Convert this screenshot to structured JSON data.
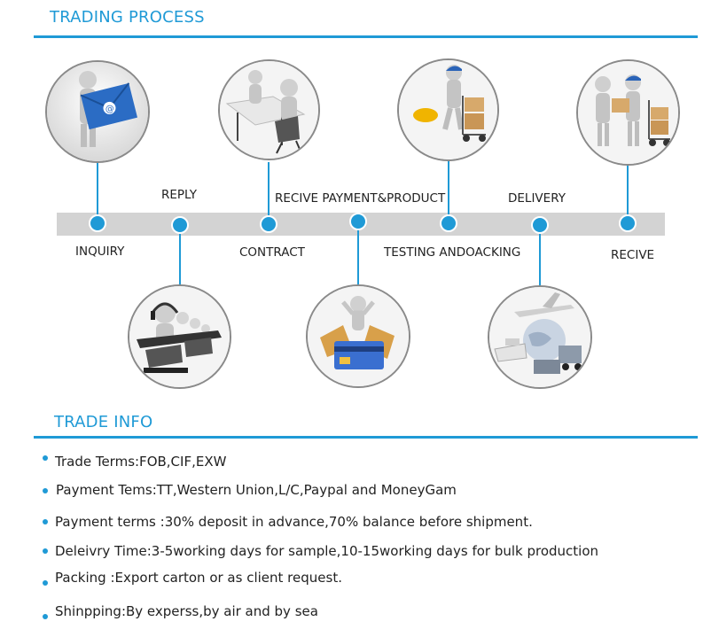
{
  "trading_process": {
    "title": "TRADING PROCESS",
    "steps": [
      {
        "label": "INQUIRY",
        "icon": "email-envelope-figure-icon"
      },
      {
        "label": "REPLY",
        "icon": "call-center-headset-icon"
      },
      {
        "label": "CONTRACT",
        "icon": "meeting-table-icon"
      },
      {
        "label": "RECIVE PAYMENT&PRODUCT",
        "icon": "credit-card-payment-icon"
      },
      {
        "label": "TESTING ANDOACKING",
        "icon": "worker-cart-boxes-icon"
      },
      {
        "label": "DELIVERY",
        "icon": "globe-plane-ship-icon"
      },
      {
        "label": "RECIVE",
        "icon": "package-handover-icon"
      }
    ]
  },
  "trade_info": {
    "title": "TRADE INFO",
    "items": [
      "Trade Terms:FOB,CIF,EXW",
      "Payment Tems:TT,Western Union,L/C,Paypal and MoneyGam",
      "Payment terms :30% deposit in advance,70% balance before shipment.",
      "Deleivry Time:3-5working days for sample,10-15working days for bulk production",
      "Packing :Export carton or as client request.",
      "Shinpping:By experss,by air and by sea"
    ]
  },
  "colors": {
    "accent": "#1f9ad6",
    "track": "#d3d3d3",
    "circle_border": "#8a8a8a"
  }
}
